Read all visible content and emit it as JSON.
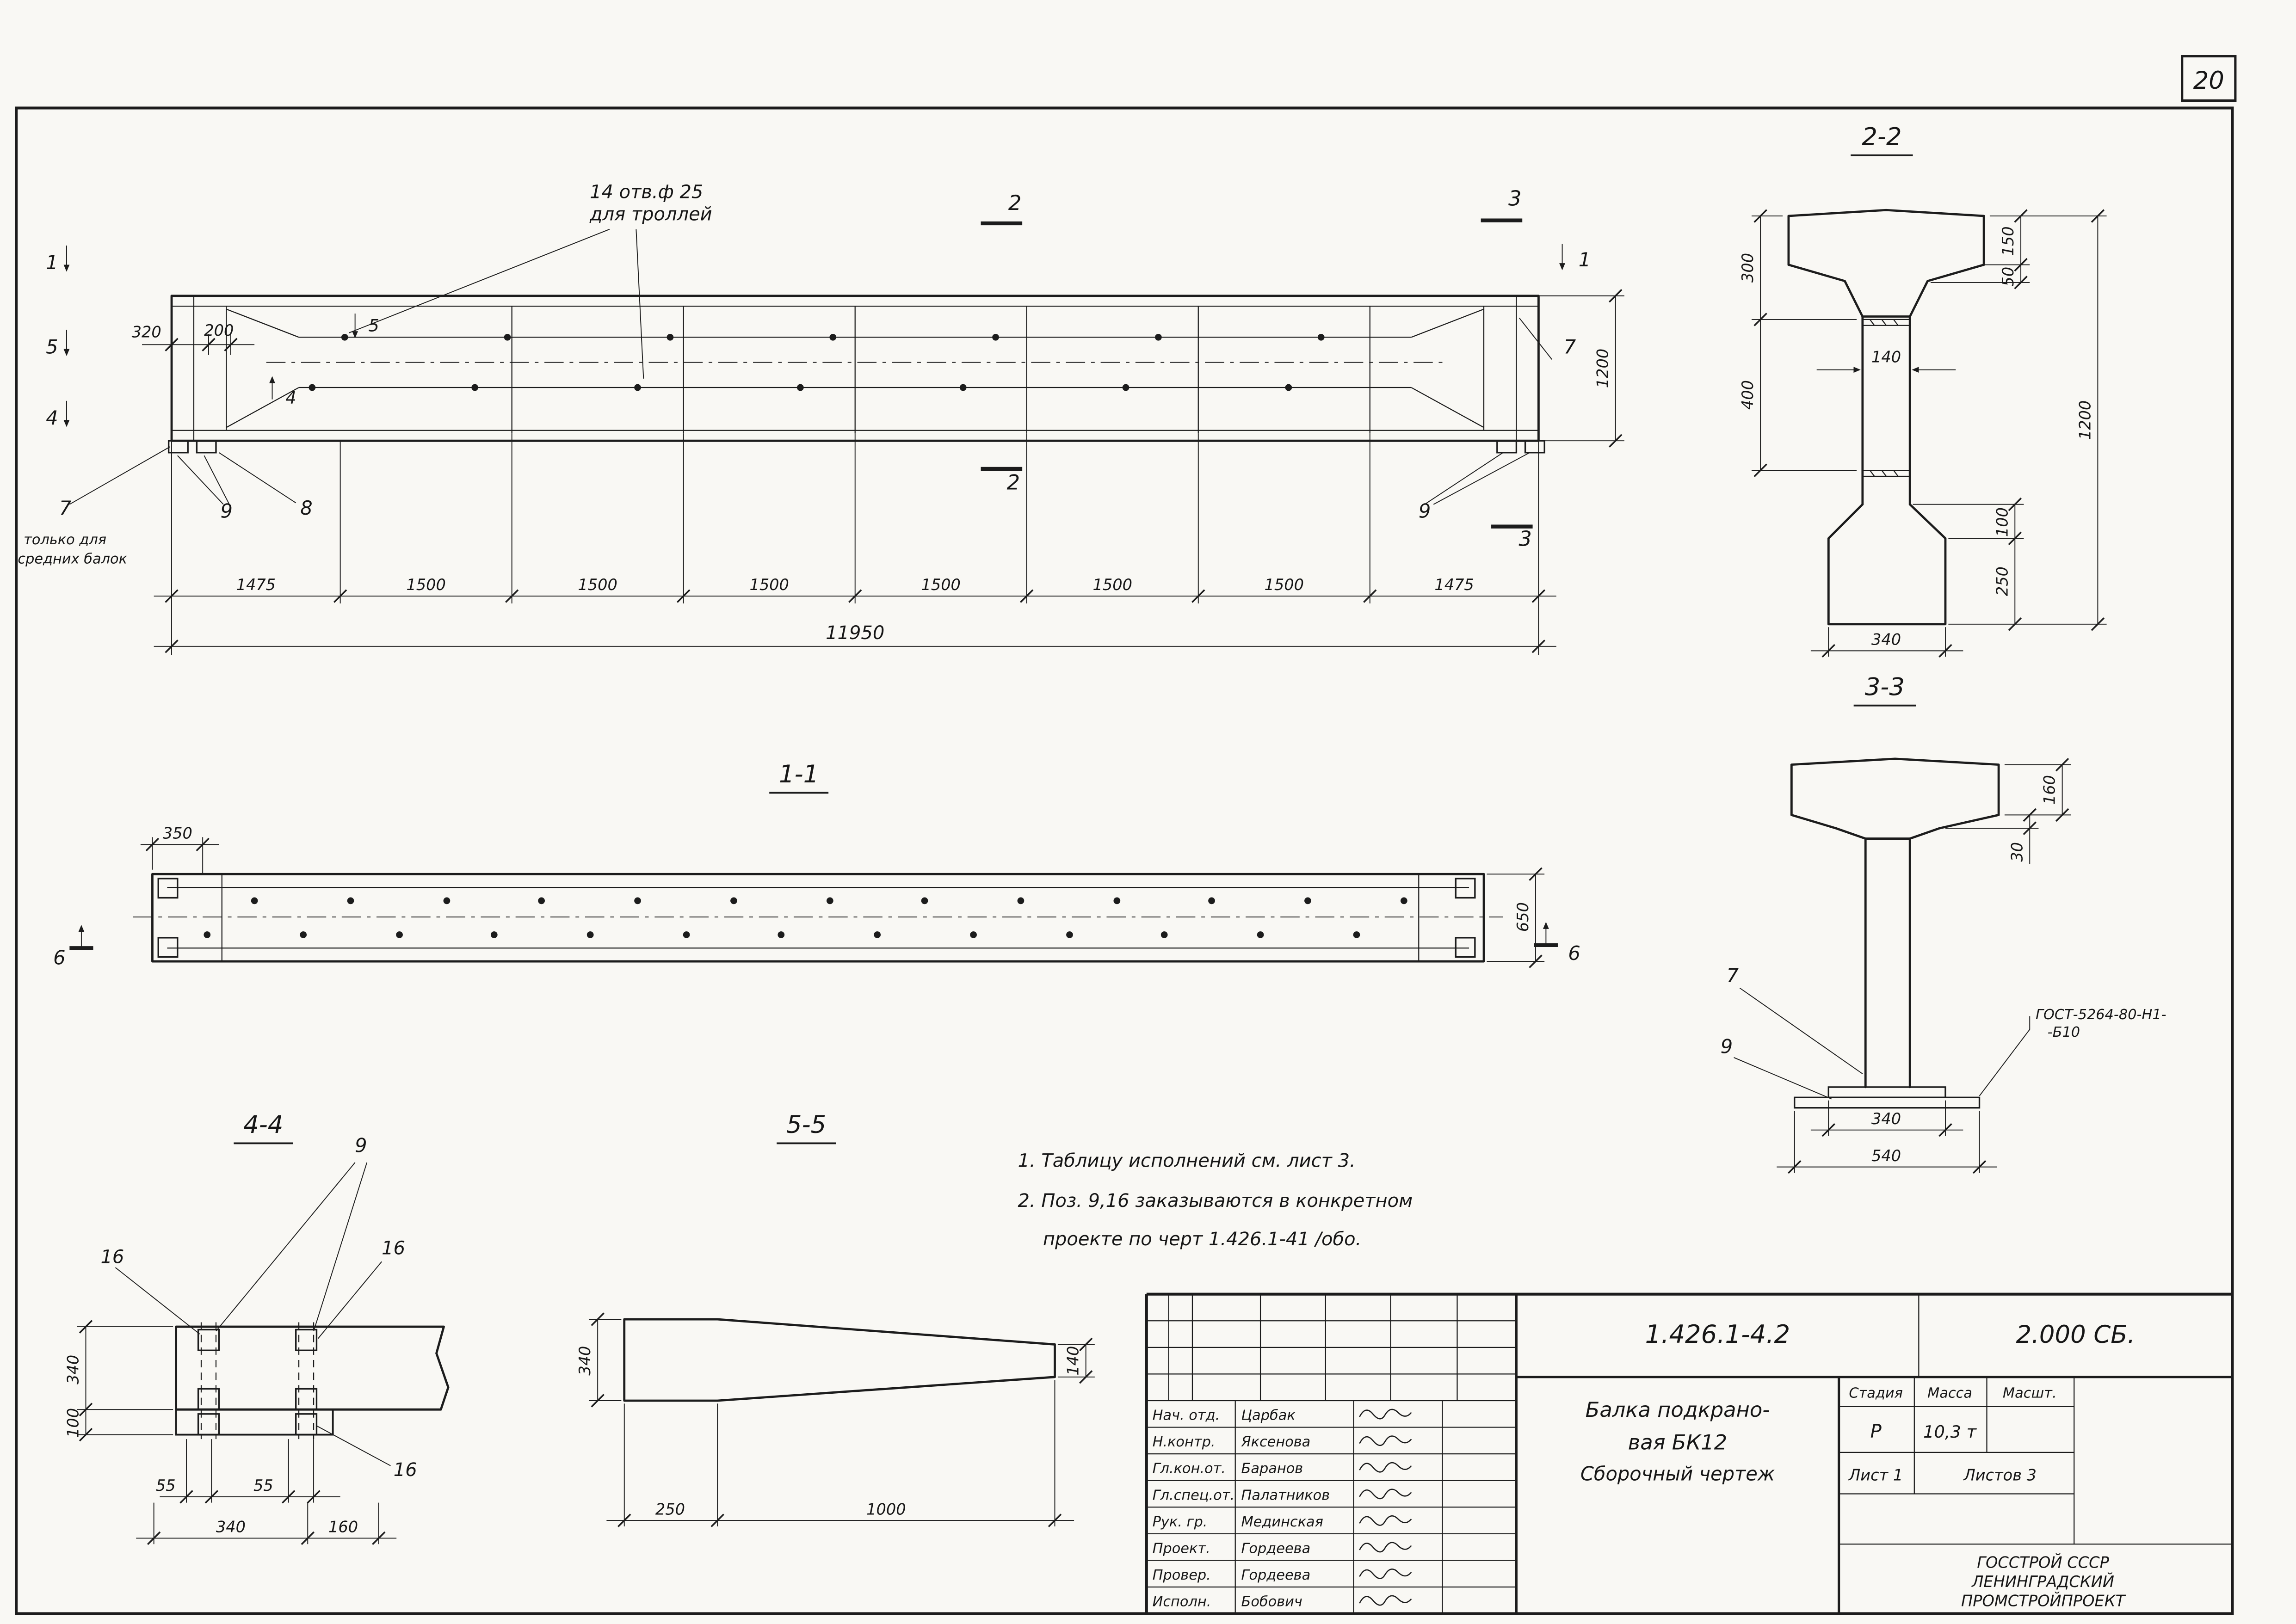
{
  "page_number": "20",
  "colors": {
    "ink": "#1c1c1c",
    "paper": "#f9f8f4"
  },
  "elevation": {
    "hole_note_line1": "14 отв.ф 25",
    "hole_note_line2": "для троллей",
    "marker_1": "1",
    "marker_5": "5",
    "marker_4": "4",
    "marker_2": "2",
    "marker_3": "3",
    "marker_7": "7",
    "marker_8": "8",
    "marker_9": "9",
    "only_note_line1": "только для",
    "only_note_line2": "средних балок",
    "dim_320": "320",
    "dim_200": "200",
    "dim_1200": "1200",
    "dims_segments": [
      "1475",
      "1500",
      "1500",
      "1500",
      "1500",
      "1500",
      "1500",
      "1475"
    ],
    "dim_total": "11950"
  },
  "section_2_2": {
    "title": "2-2",
    "dim_300": "300",
    "dim_400": "400",
    "dim_150": "150",
    "dim_50": "50",
    "dim_140": "140",
    "dim_100": "100",
    "dim_250": "250",
    "dim_1200": "1200",
    "dim_340": "340"
  },
  "section_3_3": {
    "title": "3-3",
    "dim_160": "160",
    "dim_30": "30",
    "dim_340": "340",
    "dim_540": "540",
    "marker_7": "7",
    "marker_9": "9",
    "weld_note_line1": "ГОСТ-5264-80-Н1-",
    "weld_note_line2": "-Б10"
  },
  "view_1_1": {
    "title": "1-1",
    "dim_350": "350",
    "dim_650": "650",
    "marker_6": "6"
  },
  "view_4_4": {
    "title": "4-4",
    "marker_9": "9",
    "marker_16": "16",
    "dim_340": "340",
    "dim_100": "100",
    "dim_55": "55",
    "dim_340b": "340",
    "dim_160": "160"
  },
  "view_5_5": {
    "title": "5-5",
    "dim_340": "340",
    "dim_140": "140",
    "dim_250": "250",
    "dim_1000": "1000"
  },
  "notes": {
    "line1": "1. Таблицу исполнений  см. лист 3.",
    "line2": "2. Поз. 9,16 заказываются в конкретном",
    "line3": "проекте по черт 1.426.1-41  /обо."
  },
  "title_block": {
    "doc_number": "1.426.1-4.2",
    "doc_series": "2.000 СБ.",
    "title_line1": "Балка подкрано-",
    "title_line2": "вая БК12",
    "title_line3": "Сборочный  чертеж",
    "stage_header": "Стадия",
    "mass_header": "Масса",
    "scale_header": "Масшт.",
    "stage_value": "Р",
    "mass_value": "10,3 т",
    "sheet_label": "Лист 1",
    "sheets_label": "Листов 3",
    "org_line1": "ГОССТРОЙ СССР",
    "org_line2": "ЛЕНИНГРАДСКИЙ",
    "org_line3": "ПРОМСТРОЙПРОЕКТ",
    "signature_rows": [
      {
        "role": "Нач. отд.",
        "name": "Царбак"
      },
      {
        "role": "Н.контр.",
        "name": "Яксенова"
      },
      {
        "role": "Гл.кон.от.",
        "name": "Баранов"
      },
      {
        "role": "Гл.спец.от.",
        "name": "Палатников"
      },
      {
        "role": "Рук. гр.",
        "name": "Мединская"
      },
      {
        "role": "Проект.",
        "name": "Гордеева"
      },
      {
        "role": "Провер.",
        "name": "Гордеева"
      },
      {
        "role": "Исполн.",
        "name": "Бобович"
      }
    ]
  }
}
